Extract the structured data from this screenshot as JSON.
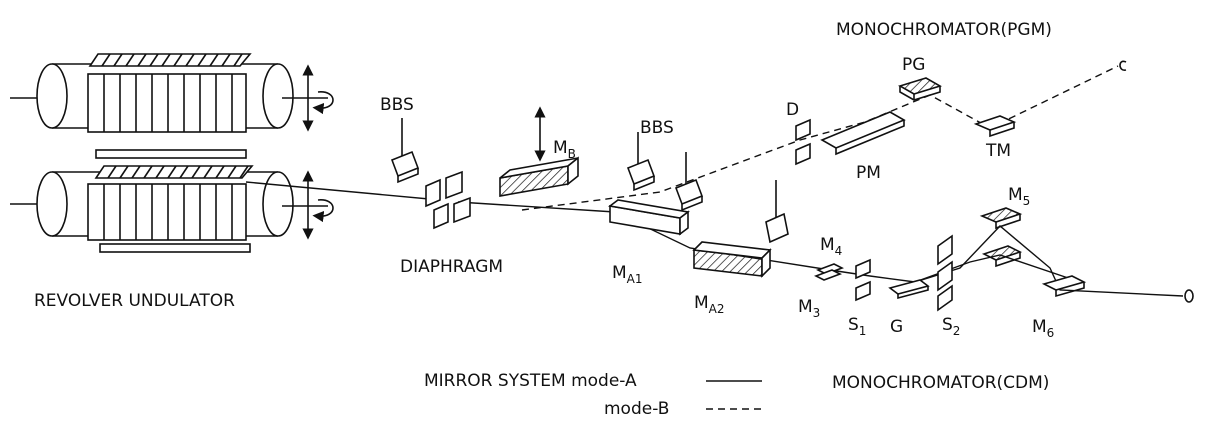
{
  "labels": {
    "monochromator_pgm": "MONOCHROMATOR(PGM)",
    "pg": "PG",
    "tm": "TM",
    "pm": "PM",
    "d": "D",
    "bbs_left": "BBS",
    "bbs_right": "BBS",
    "mb": "M",
    "mb_sub": "B",
    "diaphragm": "DIAPHRAGM",
    "ma1": "M",
    "ma1_sub": "A1",
    "ma2": "M",
    "ma2_sub": "A2",
    "m3": "M",
    "m3_sub": "3",
    "m4": "M",
    "m4_sub": "4",
    "m5": "M",
    "m5_sub": "5",
    "m6": "M",
    "m6_sub": "6",
    "s1": "S",
    "s1_sub": "1",
    "s2": "S",
    "s2_sub": "2",
    "g": "G",
    "revolver_undulator": "REVOLVER UNDULATOR",
    "monochromator_cdm": "MONOCHROMATOR(CDM)"
  },
  "legend": {
    "mode_a": "MIRROR SYSTEM mode-A",
    "mode_b": "mode-B"
  }
}
